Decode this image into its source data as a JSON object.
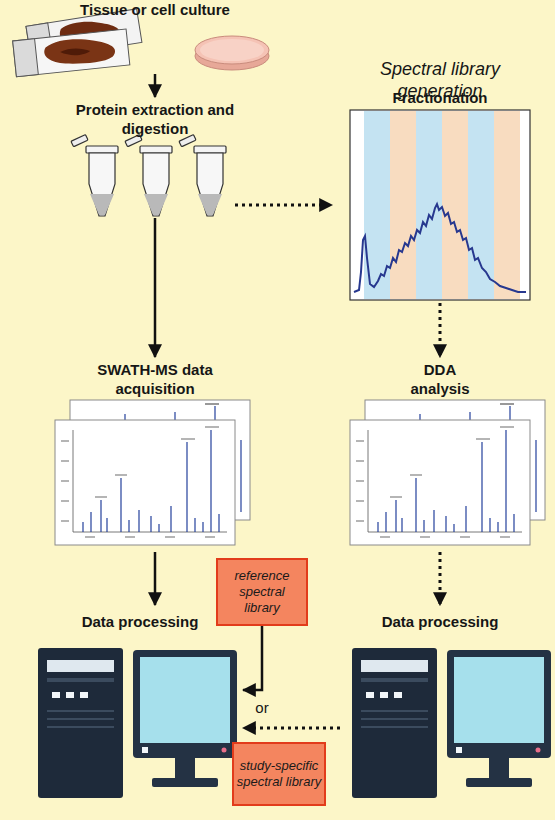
{
  "diagram": {
    "nodes": [
      {
        "text": [
          "Tissue or cell culture"
        ]
      },
      {
        "text": [
          "Protein extraction and digestion"
        ]
      },
      {
        "text": [
          "Fractionation"
        ]
      },
      {
        "text": [
          "SWATH-MS data acquisition"
        ]
      },
      {
        "text": [
          "DDA analysis"
        ]
      },
      {
        "text": [
          "reference spectral library"
        ]
      },
      {
        "text": [
          "Data processing"
        ]
      },
      {
        "text": [
          "Data processing"
        ]
      },
      {
        "text": [
          "study-specific spectral library"
        ]
      }
    ],
    "edges": [
      {
        "from": 0,
        "to": 1,
        "arrow": "to"
      },
      {
        "from": 1,
        "to": 3,
        "arrow": "to"
      },
      {
        "from": 1,
        "to": 2,
        "arrow": "to"
      },
      {
        "from": 2,
        "to": 4,
        "arrow": "to"
      },
      {
        "from": 3,
        "to": 6,
        "arrow": "to"
      },
      {
        "from": 4,
        "to": 7,
        "arrow": "to"
      },
      {
        "from": 5,
        "to": 6,
        "arrow": "to"
      },
      {
        "from": 7,
        "to": 6,
        "arrow": "to"
      }
    ],
    "labels": [
      "Spectral library generation",
      "or"
    ]
  }
}
